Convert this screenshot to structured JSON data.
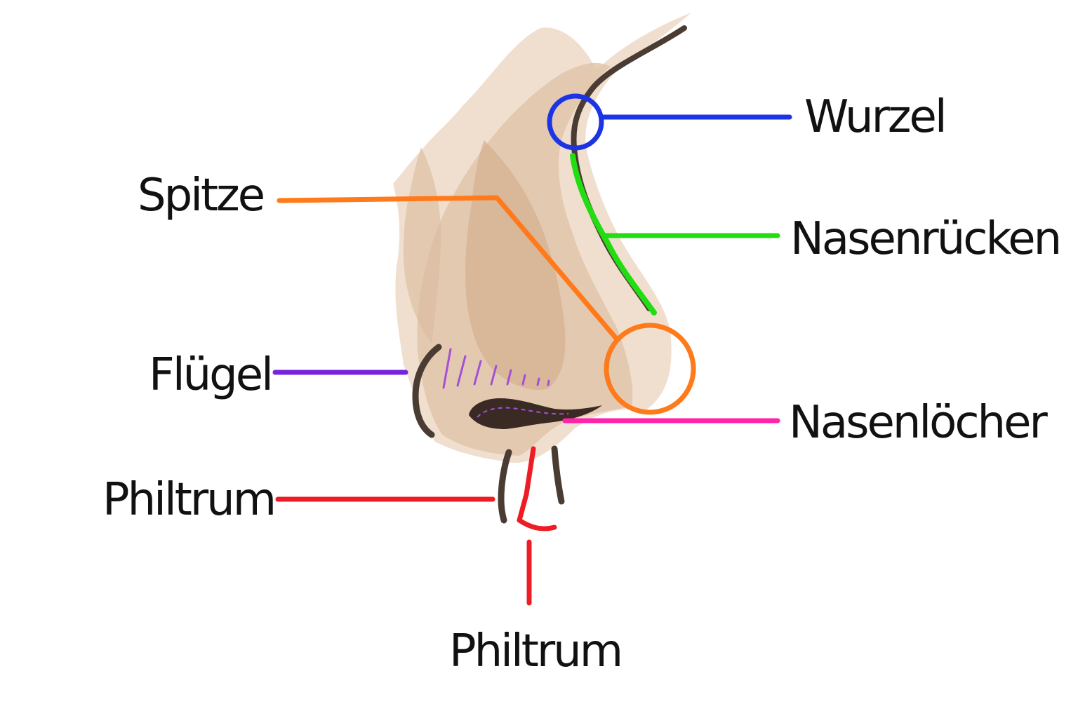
{
  "diagram": {
    "labels": {
      "root": {
        "text": "Wurzel",
        "color": "#1d33e6"
      },
      "bridge": {
        "text": "Nasenrücken",
        "color": "#22dd11"
      },
      "tip": {
        "text": "Spitze",
        "color": "#ff7a1a"
      },
      "wing": {
        "text": "Flügel",
        "color": "#7722dd"
      },
      "nostrils": {
        "text": "Nasenlöcher",
        "color": "#ff22aa"
      },
      "philtrum_left": {
        "text": "Philtrum",
        "color": "#ee1c25"
      },
      "philtrum_bottom": {
        "text": "Philtrum",
        "color": "#ee1c25"
      }
    },
    "colors": {
      "skin_light": "#efdccb",
      "skin_mid": "#e2c6ab",
      "skin_shadow": "#d4b190",
      "outline": "#4a3b33",
      "nostril": "#3a2a24"
    }
  }
}
